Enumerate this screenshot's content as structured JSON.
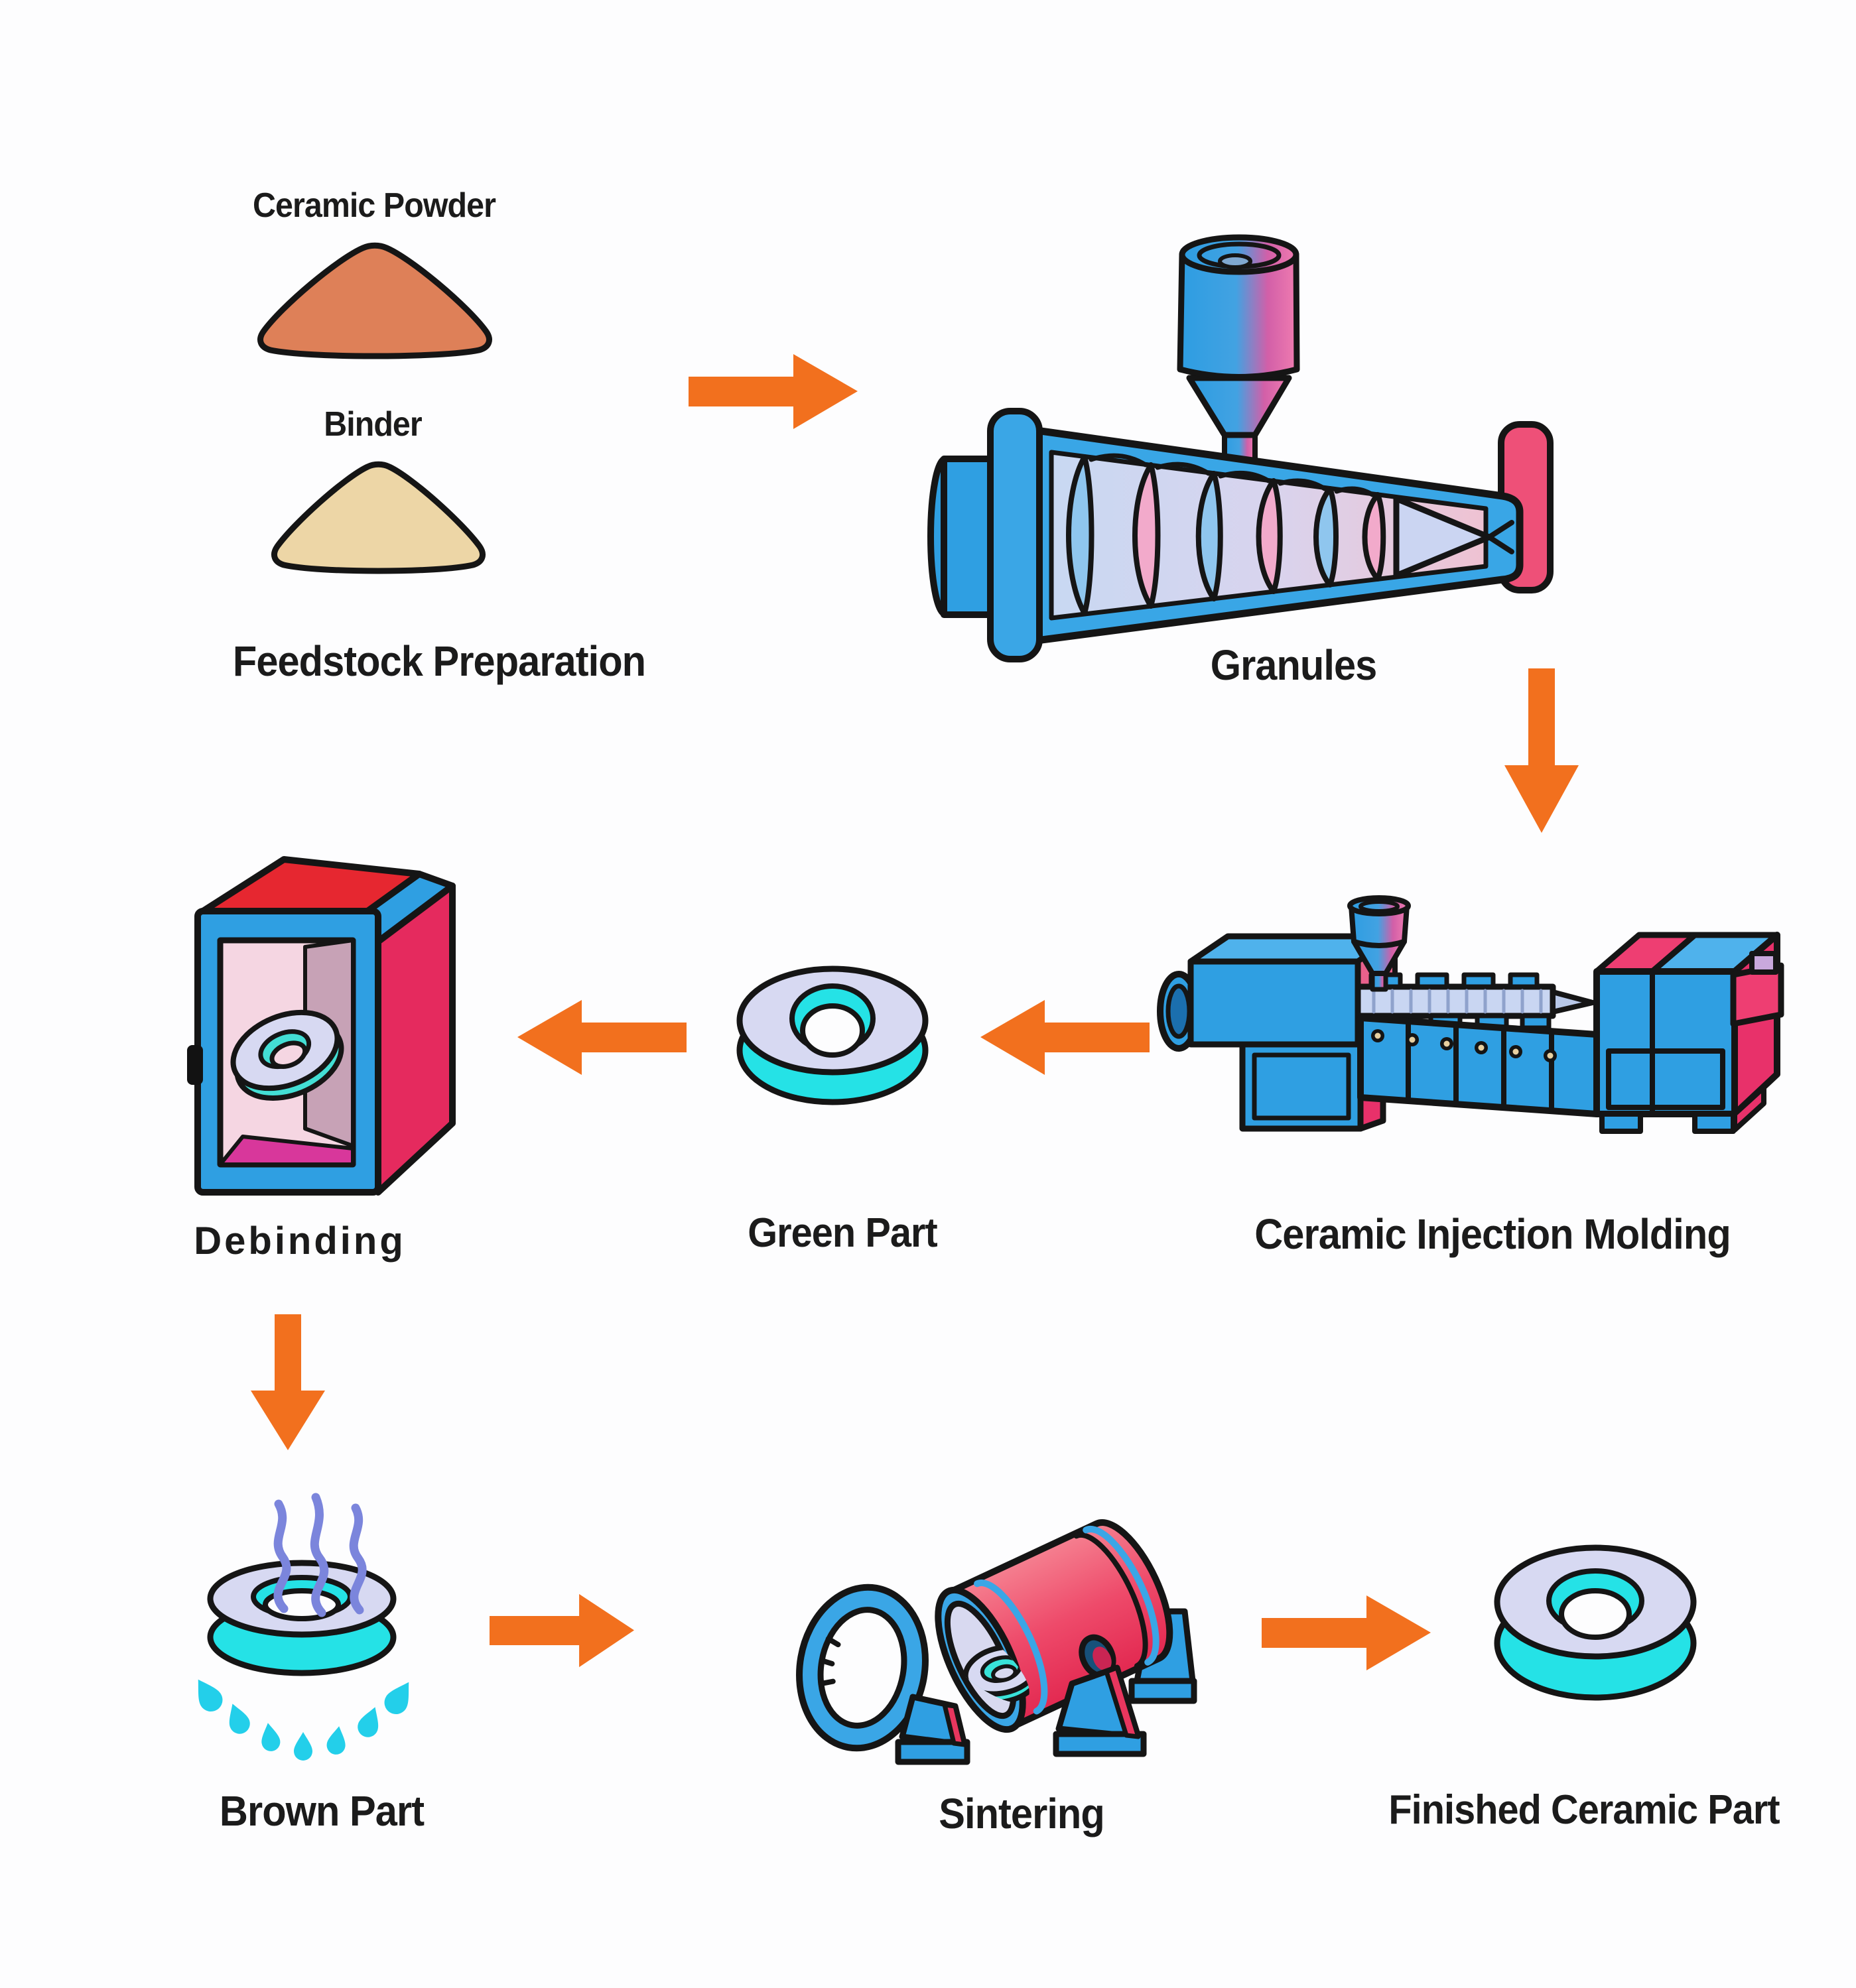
{
  "page": {
    "background": "#FDFDFE"
  },
  "diagram": {
    "type": "process-flow",
    "subject": "Ceramic Injection Molding process",
    "labels": {
      "ceramic_powder": "Ceramic Powder",
      "binder": "Binder",
      "feedstock_preparation": "Feedstock Preparation",
      "granules": "Granules",
      "ceramic_injection_molding": "Ceramic Injection Molding",
      "green_part": "Green Part",
      "debinding": "Debinding",
      "brown_part": "Brown Part",
      "sintering": "Sintering",
      "finished_ceramic_part": "Finished Ceramic Part"
    },
    "flow_sequence": [
      "Feedstock Preparation",
      "Granules",
      "Ceramic Injection Molding",
      "Green Part",
      "Debinding",
      "Brown Part",
      "Sintering",
      "Finished Ceramic Part"
    ],
    "arrows": [
      {
        "from": "Feedstock Preparation",
        "to": "Granules",
        "direction": "right"
      },
      {
        "from": "Granules",
        "to": "Ceramic Injection Molding",
        "direction": "down"
      },
      {
        "from": "Ceramic Injection Molding",
        "to": "Green Part",
        "direction": "left"
      },
      {
        "from": "Green Part",
        "to": "Debinding",
        "direction": "left"
      },
      {
        "from": "Debinding",
        "to": "Brown Part",
        "direction": "down"
      },
      {
        "from": "Brown Part",
        "to": "Sintering",
        "direction": "right"
      },
      {
        "from": "Sintering",
        "to": "Finished Ceramic Part",
        "direction": "right"
      }
    ]
  },
  "colors": {
    "arrow_orange": "#F2701E",
    "ceramic_powder_fill": "#DE8058",
    "binder_fill": "#EDD6A6",
    "machine_blue": "#2F9FE2",
    "machine_blue_light": "#4FB2EC",
    "accent_pink": "#EE3E72",
    "accent_red": "#E62730",
    "magenta_floor": "#D8379B",
    "ring_top_lavender": "#D7D9F2",
    "ring_side_cyan": "#25E2E6",
    "kiln_pink": "#EE4A6A",
    "steam_periwinkle": "#7B85DC",
    "droplet_cyan": "#23CFEA",
    "outline": "#151515"
  },
  "icons": {
    "powder_pile": "powder-pile-icon",
    "binder_pile": "binder-pile-icon",
    "extruder": "extruder-machine-icon",
    "injection_molding_machine": "injection-molding-machine-icon",
    "ring_part": "ring-part-icon",
    "debinding_oven": "debinding-oven-icon",
    "steam": "steam-icon",
    "droplets": "droplets-icon",
    "sintering_kiln": "sintering-kiln-icon",
    "arrow": "arrow-icon"
  }
}
